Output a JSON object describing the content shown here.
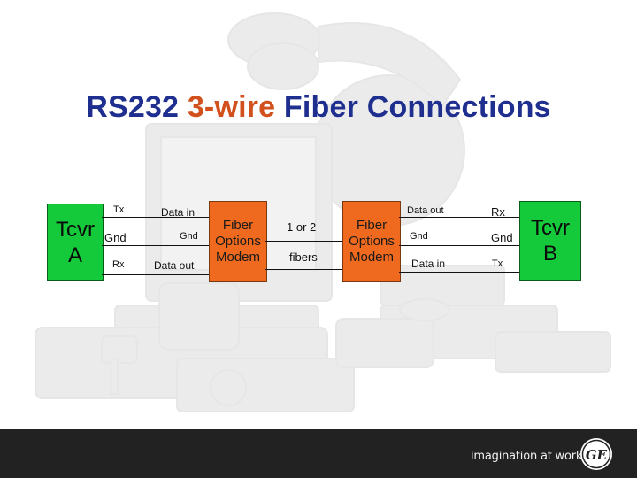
{
  "slide": {
    "title_part1": "RS232 ",
    "title_part2": "3-wire",
    "title_part3": " Fiber Connections",
    "tagline": "imagination at work",
    "logo_text": "GE"
  },
  "left_device": {
    "line1": "Tcvr",
    "line2": "A"
  },
  "right_device": {
    "line1": "Tcvr",
    "line2": "B"
  },
  "left_modem": {
    "line1": "Fiber",
    "line2": "Options",
    "line3": "Modem"
  },
  "right_modem": {
    "line1": "Fiber",
    "line2": "Options",
    "line3": "Modem"
  },
  "left_pins": {
    "tx": "Tx",
    "gnd": "Gnd",
    "rx": "Rx"
  },
  "left_modem_pins": {
    "data_in": "Data in",
    "gnd": "Gnd",
    "data_out": "Data out"
  },
  "fiber_link": {
    "count": "1 or 2",
    "label": "fibers"
  },
  "right_modem_pins": {
    "data_out": "Data out",
    "gnd": "Gnd",
    "data_in": "Data in"
  },
  "right_pins": {
    "rx": "Rx",
    "gnd": "Gnd",
    "tx": "Tx"
  },
  "colors": {
    "title": "#1f2f8f",
    "title_accent": "#d2501c",
    "transceiver": "#14c93a",
    "modem": "#ef6a1e",
    "footer": "#222222"
  }
}
